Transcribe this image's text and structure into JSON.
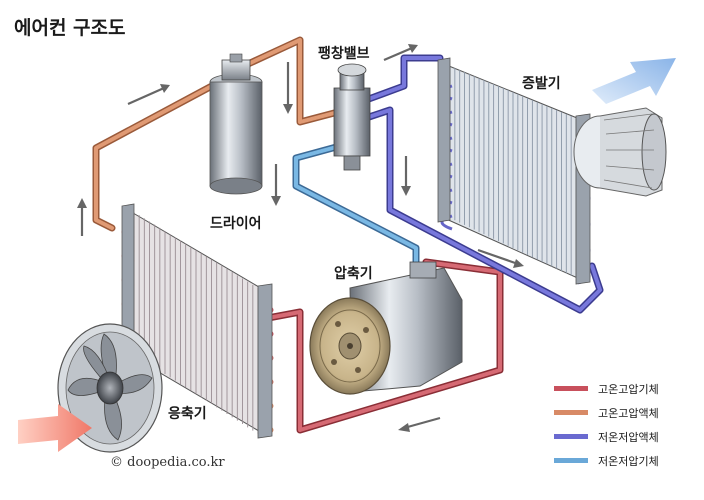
{
  "title": "에어컨 구조도",
  "labels": {
    "expansion_valve": "팽창밸브",
    "evaporator": "증발기",
    "dryer": "드라이어",
    "compressor": "압축기",
    "condenser": "응축기"
  },
  "legend": [
    {
      "label": "고온고압기체",
      "color": "#c8505c"
    },
    {
      "label": "고온고압액체",
      "color": "#d88a66"
    },
    {
      "label": "저온저압액체",
      "color": "#6a6ad0"
    },
    {
      "label": "저온저압기체",
      "color": "#6aa8d8"
    }
  ],
  "copyright": "© doopedia.co.kr",
  "colors": {
    "hot_gas": "#c8505c",
    "hot_liquid": "#d88a66",
    "cold_liquid": "#6a6ad0",
    "cold_gas": "#6aa8d8",
    "arrow": "#666666",
    "airflow_in": "#f08070",
    "airflow_out": "#9cc4ee"
  }
}
